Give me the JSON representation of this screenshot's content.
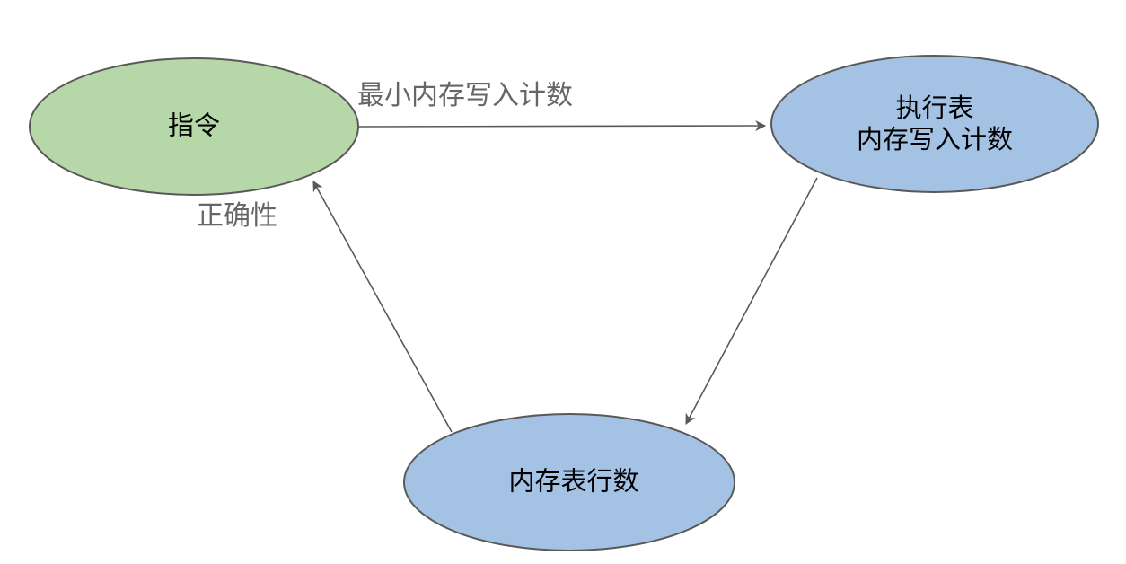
{
  "diagram": {
    "nodes": [
      {
        "id": "instruction",
        "label": "指令"
      },
      {
        "id": "execution-table-write-count",
        "label_lines": [
          "执行表",
          "内存写入计数"
        ]
      },
      {
        "id": "memory-table-row-count",
        "label": "内存表行数"
      }
    ],
    "edges": [
      {
        "from": "instruction",
        "to": "execution-table-write-count",
        "label": "最小内存写入计数"
      },
      {
        "from": "execution-table-write-count",
        "to": "memory-table-row-count",
        "label": ""
      },
      {
        "from": "memory-table-row-count",
        "to": "instruction",
        "label": "正确性"
      }
    ],
    "colors": {
      "background": "#ffffff",
      "node_green": "#b6d7a8",
      "node_blue": "#a4c2e4",
      "outline": "#595959",
      "arrow": "#595959",
      "edge_label_text": "#666666",
      "node_text": "#000000"
    }
  }
}
